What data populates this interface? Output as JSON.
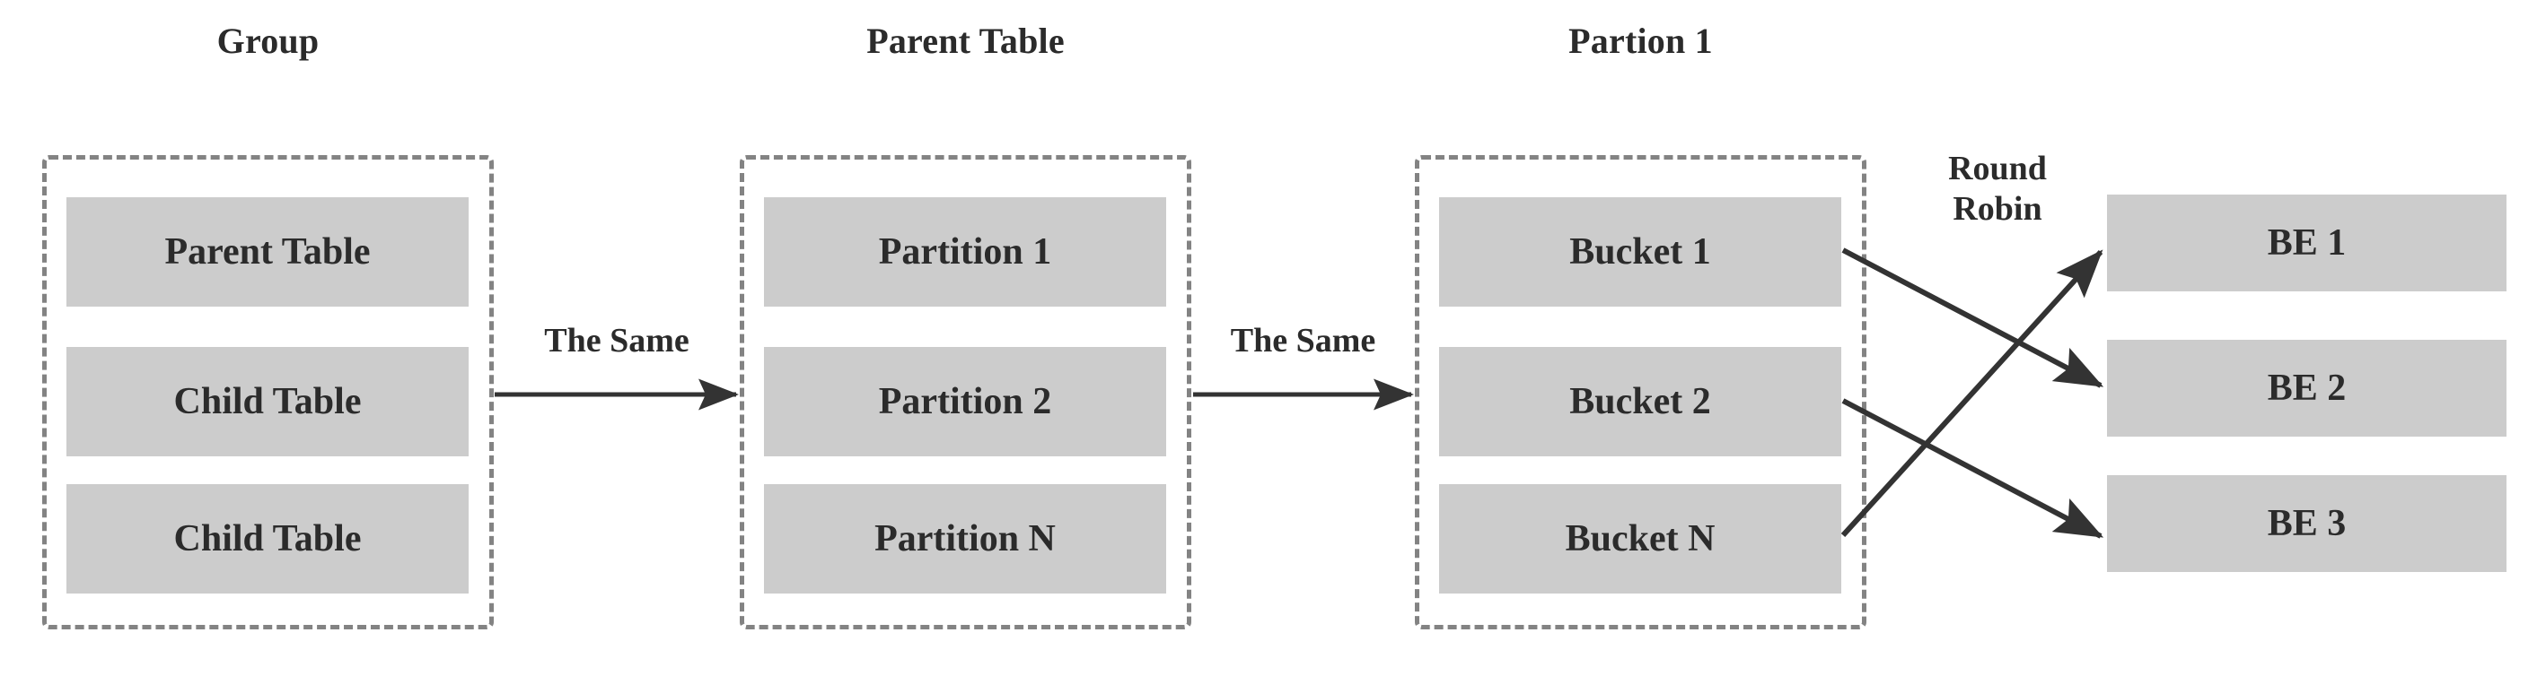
{
  "diagram": {
    "title_group": "Group",
    "title_parent_table": "Parent Table",
    "title_partion": "Partion 1",
    "groups": [
      {
        "header": "Group",
        "items": [
          "Parent Table",
          "Child Table",
          "Child Table"
        ]
      },
      {
        "header": "Parent Table",
        "items": [
          "Partition 1",
          "Partition 2",
          "Partition N"
        ]
      },
      {
        "header": "Partion 1",
        "items": [
          "Bucket 1",
          "Bucket 2",
          "Bucket N"
        ]
      }
    ],
    "backends": [
      "BE 1",
      "BE 2",
      "BE 3"
    ],
    "edge_labels": {
      "same_1": "The Same",
      "same_2": "The Same",
      "round_robin_line1": "Round",
      "round_robin_line2": "Robin"
    },
    "colors": {
      "box_fill": "#cccccc",
      "dashed_border": "#838383",
      "text": "#2b2b2b",
      "arrow": "#333333",
      "background": "#ffffff"
    },
    "connections": [
      {
        "from": "Bucket 1",
        "to": "BE 2",
        "style": "arrow"
      },
      {
        "from": "Bucket 2",
        "to": "BE 3",
        "style": "arrow"
      },
      {
        "from": "Bucket N",
        "to": "BE 1",
        "style": "arrow"
      },
      {
        "from": "Group",
        "to": "Parent Table",
        "style": "arrow",
        "label": "The Same"
      },
      {
        "from": "Parent Table",
        "to": "Partion 1",
        "style": "arrow",
        "label": "The Same"
      }
    ]
  }
}
